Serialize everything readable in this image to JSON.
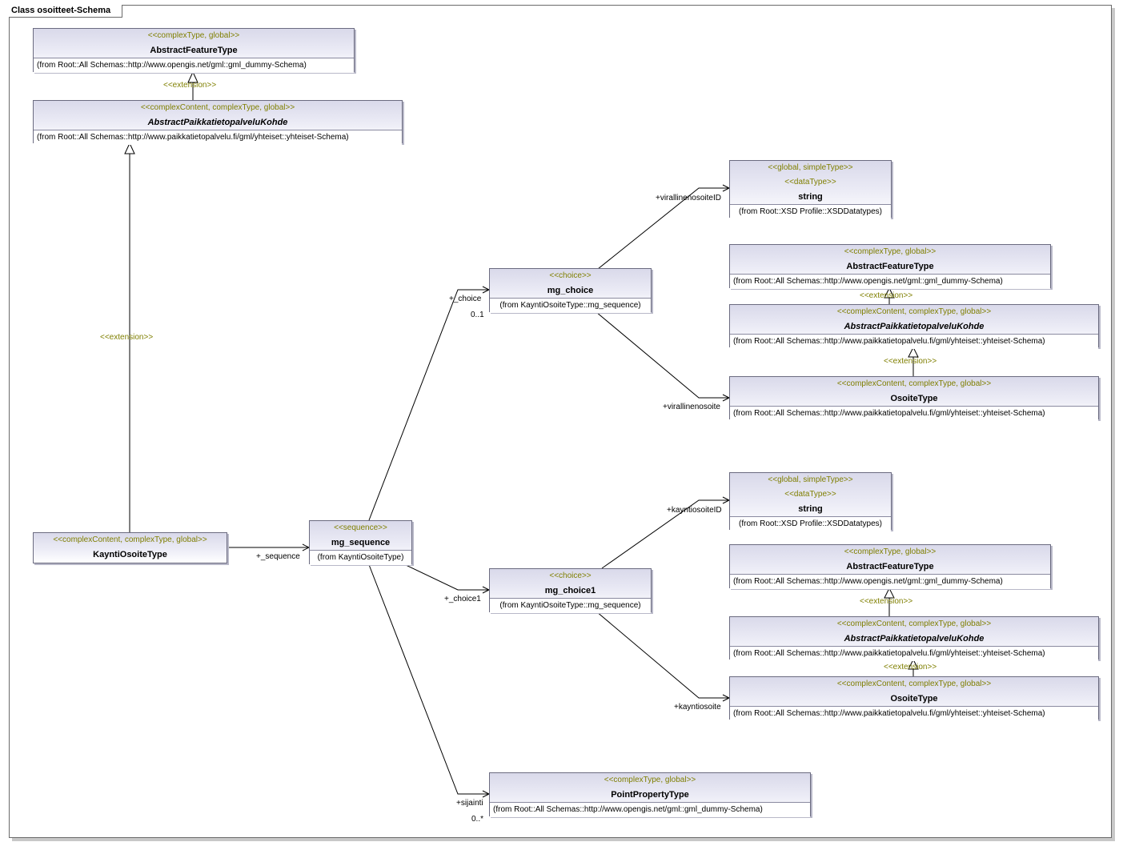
{
  "frame": {
    "title": "Class osoitteet-Schema"
  },
  "classes": {
    "aft_top": {
      "stereotype": "<<complexType, global>>",
      "name": "AbstractFeatureType",
      "from": "(from Root::All Schemas::http://www.opengis.net/gml::gml_dummy-Schema)"
    },
    "apk_top": {
      "stereotype": "<<complexContent, complexType, global>>",
      "name": "AbstractPaikkatietopalveluKohde",
      "from": "(from Root::All Schemas::http://www.paikkatietopalvelu.fi/gml/yhteiset::yhteiset-Schema)"
    },
    "kaynti": {
      "stereotype": "<<complexContent, complexType, global>>",
      "name": "KayntiOsoiteType"
    },
    "mg_sequence": {
      "stereotype": "<<sequence>>",
      "name": "mg_sequence",
      "from": "(from KayntiOsoiteType)"
    },
    "mg_choice": {
      "stereotype": "<<choice>>",
      "name": "mg_choice",
      "from": "(from KayntiOsoiteType::mg_sequence)"
    },
    "mg_choice1": {
      "stereotype": "<<choice>>",
      "name": "mg_choice1",
      "from": "(from KayntiOsoiteType::mg_sequence)"
    },
    "string1": {
      "stereotype": "<<global, simpleType>>",
      "stereotype2": "<<dataType>>",
      "name": "string",
      "from": "(from Root::XSD Profile::XSDDatatypes)"
    },
    "aft_r1": {
      "stereotype": "<<complexType, global>>",
      "name": "AbstractFeatureType",
      "from": "(from Root::All Schemas::http://www.opengis.net/gml::gml_dummy-Schema)"
    },
    "apk_r1": {
      "stereotype": "<<complexContent, complexType, global>>",
      "name": "AbstractPaikkatietopalveluKohde",
      "from": "(from Root::All Schemas::http://www.paikkatietopalvelu.fi/gml/yhteiset::yhteiset-Schema)"
    },
    "osoite1": {
      "stereotype": "<<complexContent, complexType, global>>",
      "name": "OsoiteType",
      "from": "(from Root::All Schemas::http://www.paikkatietopalvelu.fi/gml/yhteiset::yhteiset-Schema)"
    },
    "string2": {
      "stereotype": "<<global, simpleType>>",
      "stereotype2": "<<dataType>>",
      "name": "string",
      "from": "(from Root::XSD Profile::XSDDatatypes)"
    },
    "aft_r2": {
      "stereotype": "<<complexType, global>>",
      "name": "AbstractFeatureType",
      "from": "(from Root::All Schemas::http://www.opengis.net/gml::gml_dummy-Schema)"
    },
    "apk_r2": {
      "stereotype": "<<complexContent, complexType, global>>",
      "name": "AbstractPaikkatietopalveluKohde",
      "from": "(from Root::All Schemas::http://www.paikkatietopalvelu.fi/gml/yhteiset::yhteiset-Schema)"
    },
    "osoite2": {
      "stereotype": "<<complexContent, complexType, global>>",
      "name": "OsoiteType",
      "from": "(from Root::All Schemas::http://www.paikkatietopalvelu.fi/gml/yhteiset::yhteiset-Schema)"
    },
    "point": {
      "stereotype": "<<complexType, global>>",
      "name": "PointPropertyType",
      "from": "(from Root::All Schemas::http://www.opengis.net/gml::gml_dummy-Schema)"
    }
  },
  "labels": {
    "extension": "<<extension>>",
    "sequence_role": "+_sequence",
    "choice_role": "+_choice",
    "choice_mult": "0..1",
    "choice1_role": "+_choice1",
    "sijainti_role": "+sijainti",
    "sijainti_mult": "0..*",
    "virallinenosoiteID": "+virallinenosoiteID",
    "virallinenosoite": "+virallinenosoite",
    "kayntiosoiteID": "+kayntiosoiteID",
    "kayntiosoite": "+kayntiosoite"
  }
}
